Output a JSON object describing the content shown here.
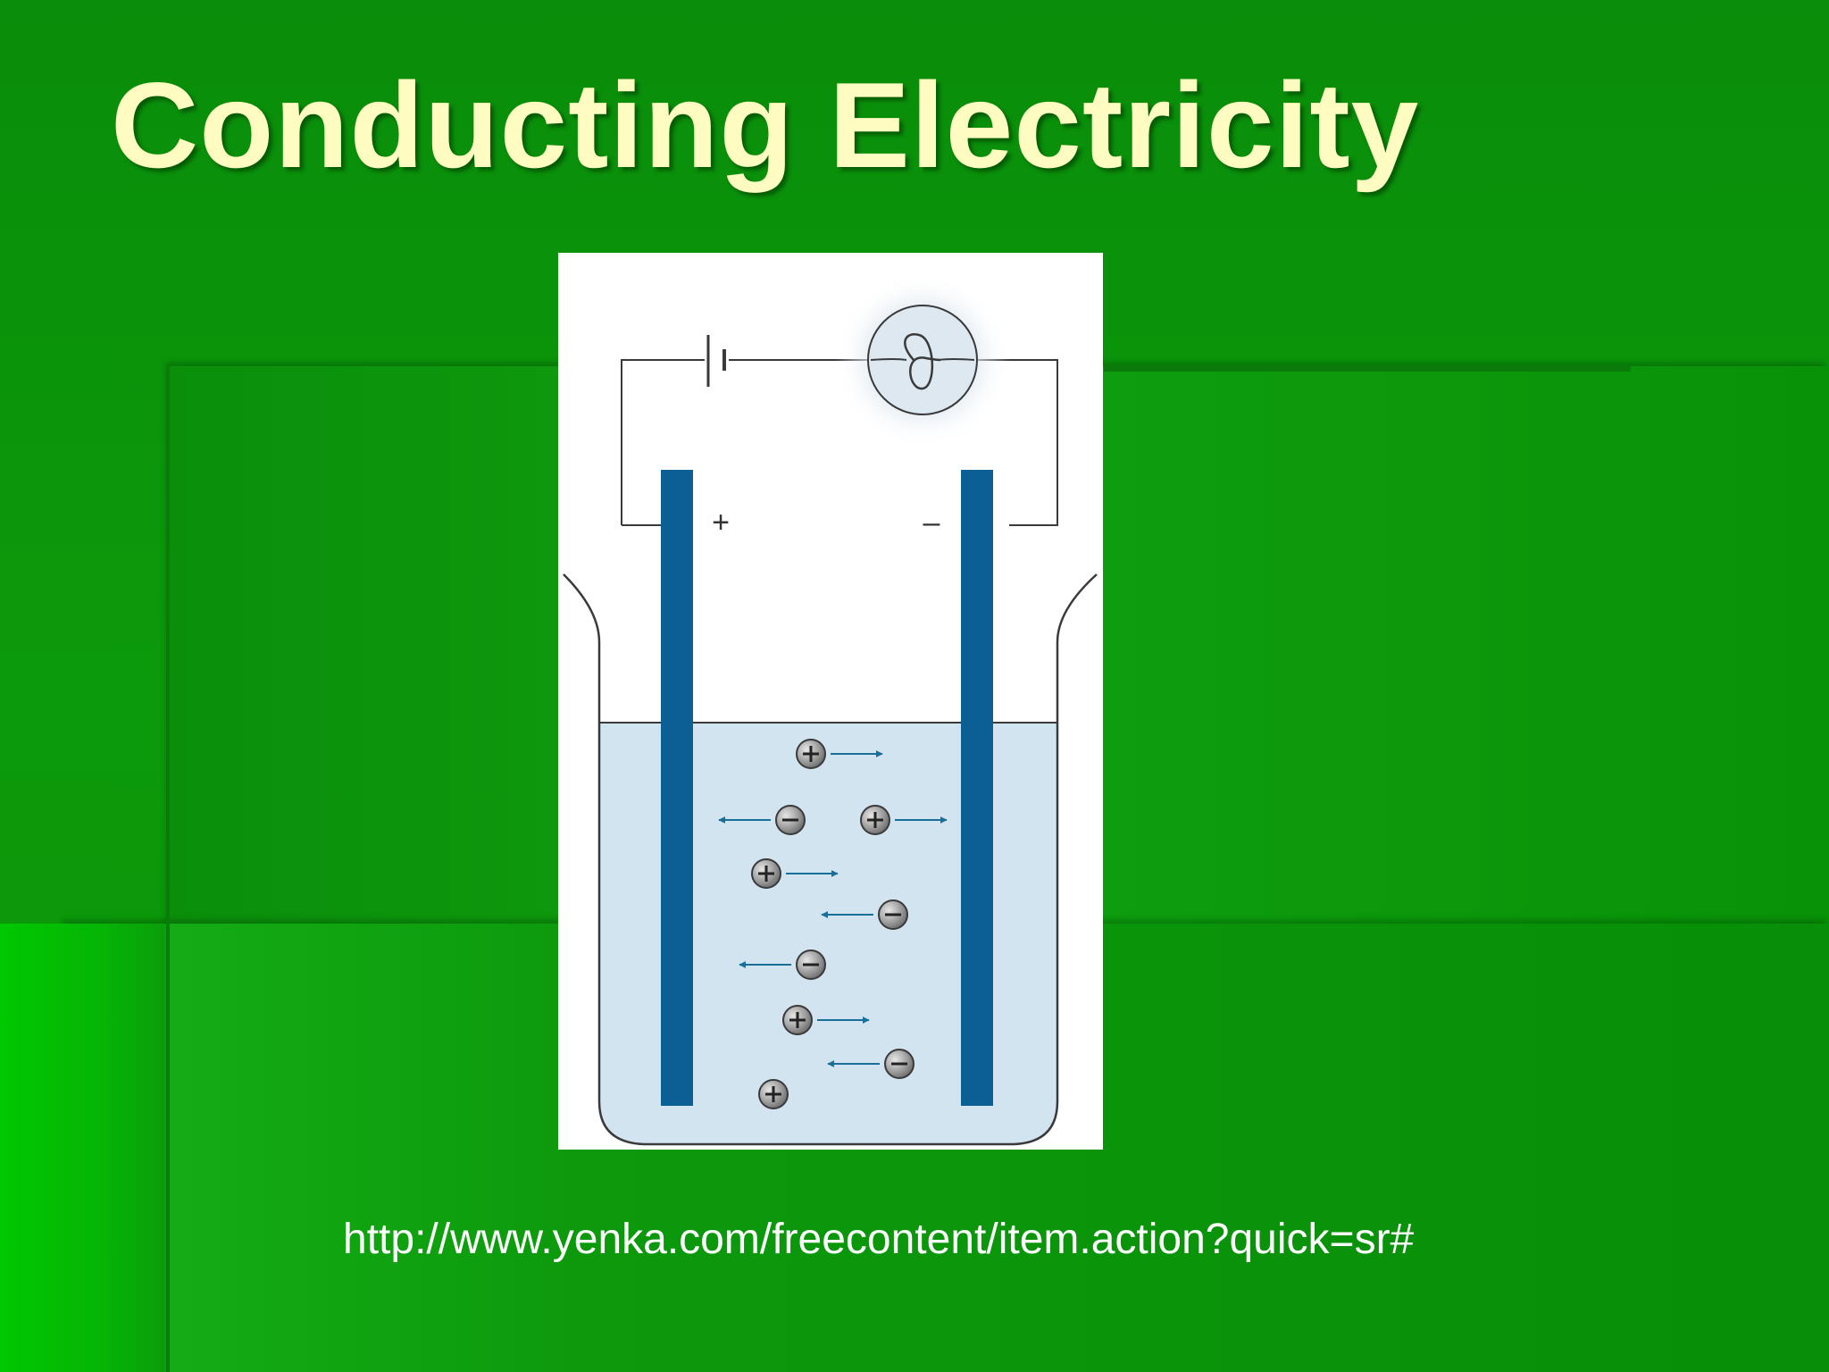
{
  "slide": {
    "title": "Conducting Electricity",
    "source_url": "http://www.yenka.com/freecontent/item.action?quick=sr#"
  },
  "diagram": {
    "anode_sign": "+",
    "cathode_sign": "–",
    "ions": [
      {
        "charge": "+",
        "direction": "right"
      },
      {
        "charge": "−",
        "direction": "left"
      },
      {
        "charge": "+",
        "direction": "right"
      },
      {
        "charge": "+",
        "direction": "right"
      },
      {
        "charge": "−",
        "direction": "left"
      },
      {
        "charge": "−",
        "direction": "left"
      },
      {
        "charge": "+",
        "direction": "right"
      },
      {
        "charge": "−",
        "direction": "left"
      },
      {
        "charge": "+",
        "direction": "none"
      }
    ]
  },
  "colors": {
    "background": "#0a960a",
    "title": "#fefcc0",
    "electrode": "#0b5f94",
    "solution": "#d3e4f1",
    "arrow": "#1a6e9a"
  },
  "icons": [
    "battery-icon",
    "light-bulb-icon",
    "beaker-icon"
  ]
}
